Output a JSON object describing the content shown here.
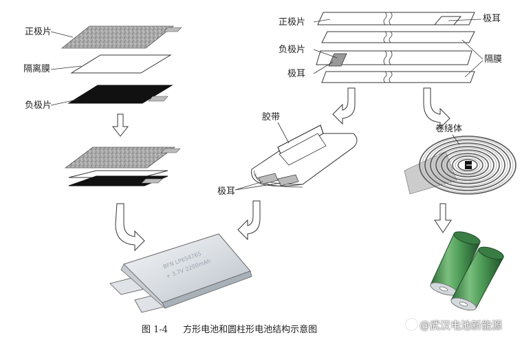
{
  "labels": {
    "pos_electrode": "正极片",
    "separator": "隔离膜",
    "neg_electrode": "负极片",
    "wound_pos": "正极片",
    "wound_neg": "负极片",
    "wound_tab_bottom": "极耳",
    "wound_tab_top": "极耳",
    "wound_separator": "隔膜",
    "tape": "胶带",
    "pouch_tab": "极耳",
    "jelly_roll": "卷绕体"
  },
  "battery_text": {
    "line1": "BFN  LP654765",
    "line2": "+ 3.7V  2200mAh"
  },
  "caption": {
    "number": "图 1-4",
    "title": "方形电池和圆柱形电池结构示意图"
  },
  "watermark": "@武汉电池新能源"
}
